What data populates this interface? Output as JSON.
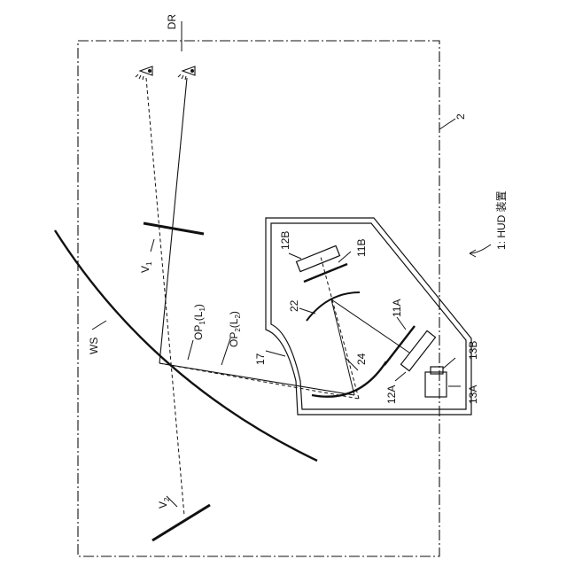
{
  "labels": {
    "dr": "DR",
    "vehicle": "2",
    "hud": "1: HUD 装置",
    "ws": "WS",
    "v1": "V",
    "v1_sub": "1",
    "v2": "V",
    "v2_sub": "2",
    "op1_a": "OP",
    "op1_sub": "1",
    "op1_b": "(L",
    "op1_sub2": "1",
    "op1_c": ")",
    "op2_a": "OP",
    "op2_sub": "2",
    "op2_b": "(L",
    "op2_sub2": "2",
    "op2_c": ")",
    "n17": "17",
    "n22": "22",
    "n24": "24",
    "n11a": "11A",
    "n11b": "11B",
    "n12a": "12A",
    "n12b": "12B",
    "n13a": "13A",
    "n13b": "13B"
  },
  "icons": {
    "eye_1": "eye-icon",
    "eye_2": "eye-icon"
  }
}
